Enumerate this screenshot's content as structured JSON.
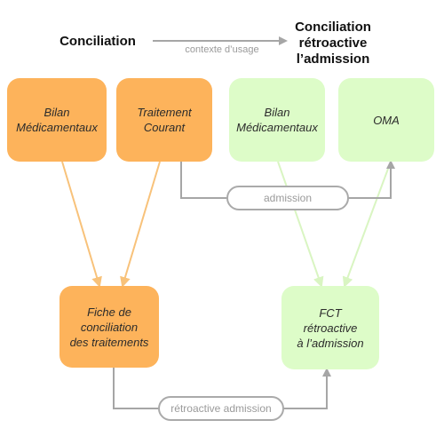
{
  "header": {
    "left_title": "Conciliation",
    "right_title_lines": [
      "Conciliation",
      "rétroactive",
      "l’admission"
    ],
    "context_label": "contexte d’usage"
  },
  "nodes": {
    "bilan_orange": [
      "Bilan",
      "Médicamentaux"
    ],
    "traitement_courant": [
      "Traitement",
      "Courant"
    ],
    "bilan_green": [
      "Bilan",
      "Médicamentaux"
    ],
    "oma": [
      "OMA"
    ],
    "fiche_conciliation": [
      "Fiche de",
      "conciliation",
      "des traitements"
    ],
    "fct_retroactive": [
      "FCT",
      "rétroactive",
      "à l’admission"
    ]
  },
  "connectors": {
    "admission_label": "admission",
    "retroactive_label": "rétroactive admission"
  },
  "colors": {
    "orange_fill": "#FDB35B",
    "orange_arrow": "#F8C27A",
    "green_fill": "#DDFCC8",
    "green_arrow": "#D9F5C2",
    "gray_line": "#A6A6A6"
  }
}
